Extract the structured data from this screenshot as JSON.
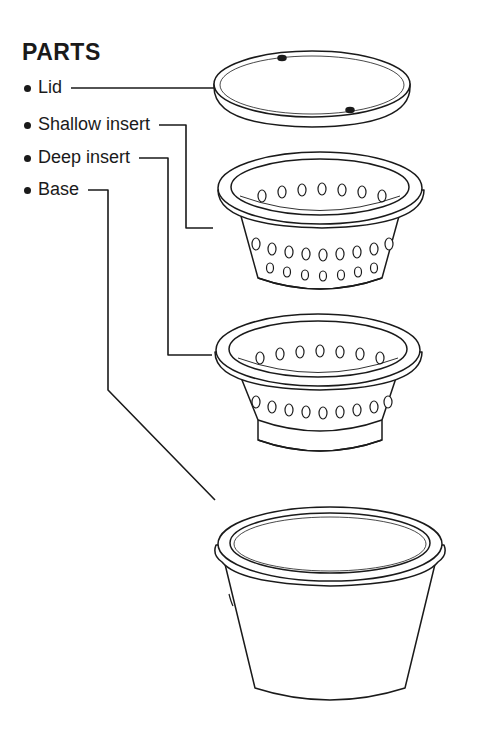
{
  "diagram": {
    "title": "PARTS",
    "labels": [
      "Lid",
      "Shallow insert",
      "Deep insert",
      "Base"
    ]
  }
}
